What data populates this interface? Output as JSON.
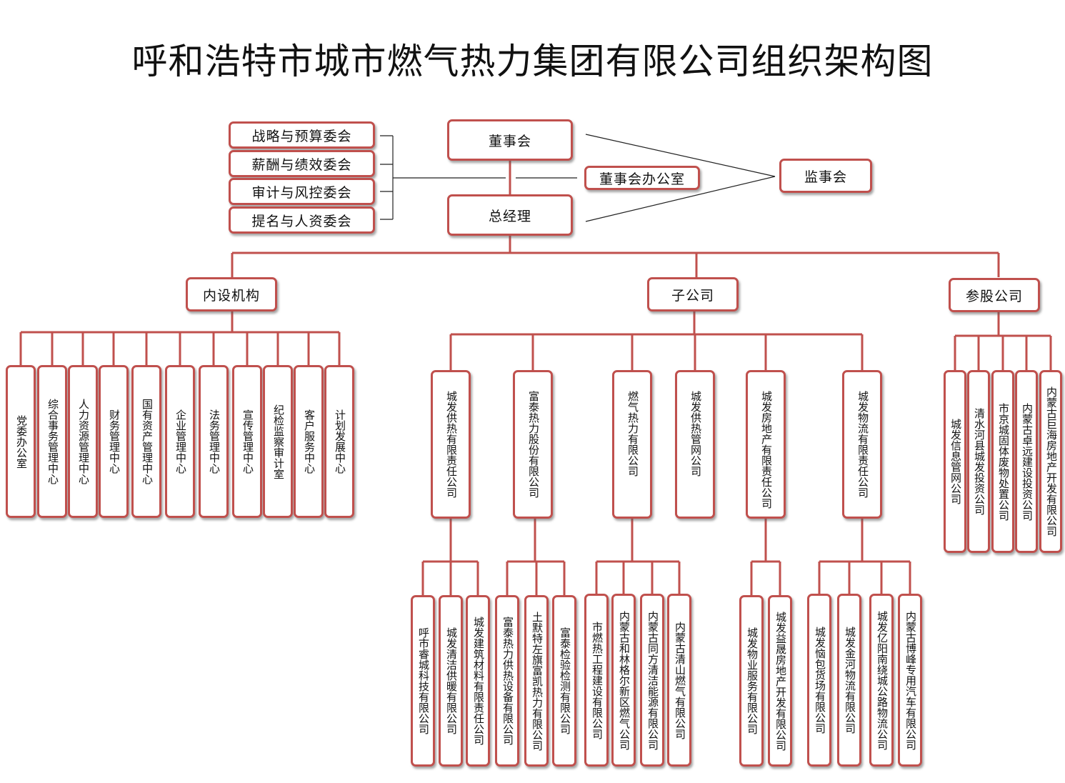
{
  "title": "呼和浩特市城市燃气热力集团有限公司组织架构图",
  "colors": {
    "box_border": "#c0504d",
    "line": "#c0504d",
    "thin_line": "#222222"
  },
  "top": {
    "board": "董事会",
    "general_manager": "总经理",
    "board_office": "董事会办公室",
    "supervisors": "监事会",
    "committees": [
      "战略与预算委会",
      "薪酬与绩效委会",
      "审计与风控委会",
      "提名与人资委会"
    ]
  },
  "groups": {
    "internal": "内设机构",
    "subsidiaries": "子公司",
    "affiliates": "参股公司"
  },
  "internal_units": [
    "党委办公室",
    "综合事务管理中心",
    "人力资源管理中心",
    "财务管理中心",
    "国有资产管理中心",
    "企业管理中心",
    "法务管理中心",
    "宣传管理中心",
    "纪检监察审计室",
    "客户服务中心",
    "计划发展中心"
  ],
  "subsidiaries": [
    {
      "name": "城发供热有限责任公司",
      "children": [
        "呼市睿城科技有限公司",
        "城发清洁供暖有限公司",
        "城发建筑材料有限责任公司"
      ]
    },
    {
      "name": "富泰热力股份有限公司",
      "children": [
        "富泰热力供热设备有限公司",
        "土默特左旗富凯热力有限公司",
        "富泰检验检测有限公司"
      ]
    },
    {
      "name": "燃气热力有限公司",
      "children": [
        "市燃热工程建设有限公司",
        "内蒙古和林格尔新区燃气公司",
        "内蒙古同方清洁能源有限公司",
        "内蒙古清山燃气有限公司"
      ]
    },
    {
      "name": "城发供热管网公司",
      "children": []
    },
    {
      "name": "城发房地产有限责任公司",
      "children": [
        "城发物业服务有限公司",
        "城发益晟房地产开发有限公司"
      ]
    },
    {
      "name": "城发物流有限责任公司",
      "children": [
        "城发恼包货场有限公司",
        "城发金河物流有限公司",
        "城发亿阳南绕城公路物流公司",
        "内蒙古博峰专用汽车有限公司"
      ]
    }
  ],
  "affiliates": [
    "城发信息管网公司",
    "清水河县城发投资公司",
    "市京城固体废物处置公司",
    "内蒙古卓远建设投资公司",
    "内蒙古巨海房地产开发有限公司"
  ]
}
